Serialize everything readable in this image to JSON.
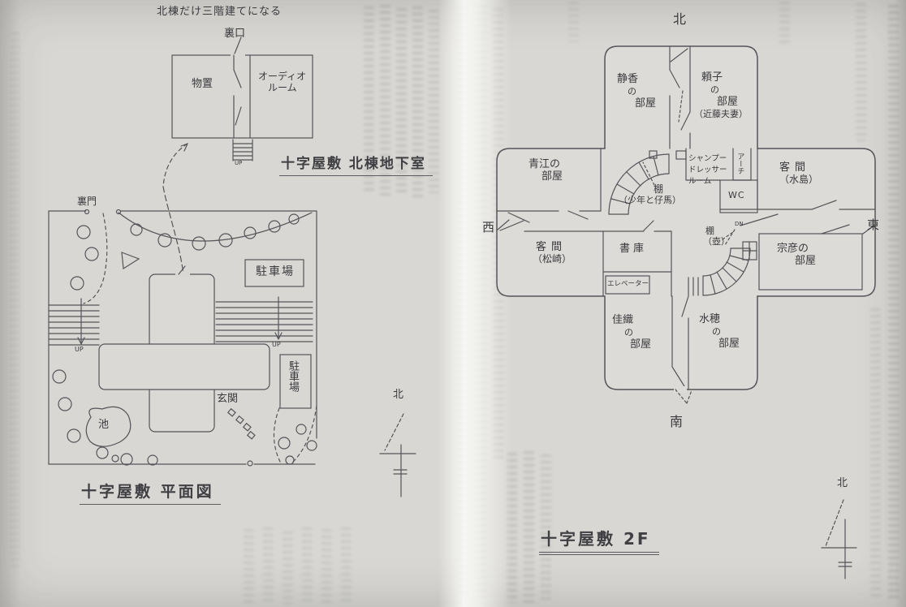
{
  "document": {
    "left_page": {
      "basement_diagram": {
        "note": "北棟だけ三階建てになる",
        "labels": {
          "back_door": "裏口",
          "storage_room": "物置",
          "audio_room_line1": "オーディオ",
          "audio_room_line2": "ルーム",
          "stairs_up": "UP"
        },
        "caption": "十字屋敷 北棟地下室"
      },
      "site_plan": {
        "labels": {
          "back_gate": "裏門",
          "parking_lot_1": "駐車場",
          "parking_lot_2": "駐車場",
          "pond": "池",
          "entrance": "玄関",
          "up_left": "UP",
          "up_right": "UP"
        },
        "compass_north": "北",
        "caption": "十字屋敷 平面図"
      }
    },
    "right_page": {
      "floor_plan_2f": {
        "directions": {
          "north": "北",
          "south": "南",
          "east": "東",
          "west": "西"
        },
        "rooms": {
          "shizuka": {
            "line1": "静香",
            "line2": "の",
            "line3": "部屋"
          },
          "yoriko": {
            "line1": "頼子",
            "line2": "の",
            "line3": "部屋",
            "line4": "（近藤夫妻）"
          },
          "aoe": {
            "line1": "青江の",
            "line2": "部屋"
          },
          "shampoo_dresser": {
            "line1": "シャンプー",
            "line2": "ドレッサー",
            "line3": "ルーム"
          },
          "arch": "アーチ",
          "wc": "WC",
          "guest_mizushima": {
            "line1": "客間",
            "line2": "（水島）"
          },
          "shelf_boy_and_pony": {
            "line1": "棚",
            "line2": "（少年と仔馬）"
          },
          "shelf_urn": {
            "line1": "棚",
            "line2": "（壺）"
          },
          "guest_matsuzaki": {
            "line1": "客間",
            "line2": "（松崎）"
          },
          "library": "書庫",
          "elevator": "エレベーター",
          "munehiko": {
            "line1": "宗彦の",
            "line2": "部屋"
          },
          "kaori": {
            "line1": "佳織",
            "line2": "の",
            "line3": "部屋"
          },
          "mizuho": {
            "line1": "水穂",
            "line2": "の",
            "line3": "部屋"
          },
          "stairs_down": "DN"
        },
        "compass_north": "北",
        "caption": "十字屋敷 2F"
      }
    },
    "colors": {
      "paper": "#d8d7d3",
      "ink": "#3a3a3e",
      "line": "#55555a"
    }
  }
}
